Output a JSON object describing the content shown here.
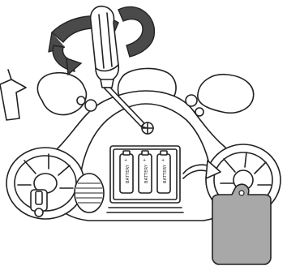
{
  "diagram": {
    "scene": "toy battery compartment opening",
    "colors": {
      "line": "#222222",
      "background": "#ffffff",
      "arrow_fill": "#4a4a4a",
      "cover_fill": "#a8a8a8"
    },
    "batteries": [
      {
        "label": "BATTERY",
        "polarity": "+"
      },
      {
        "label": "BATTERY",
        "polarity": "+"
      },
      {
        "label": "BATTERY",
        "polarity": "+"
      }
    ],
    "icons": [
      "screwdriver-icon",
      "rotate-arrow-icon",
      "battery-cover-icon"
    ]
  }
}
